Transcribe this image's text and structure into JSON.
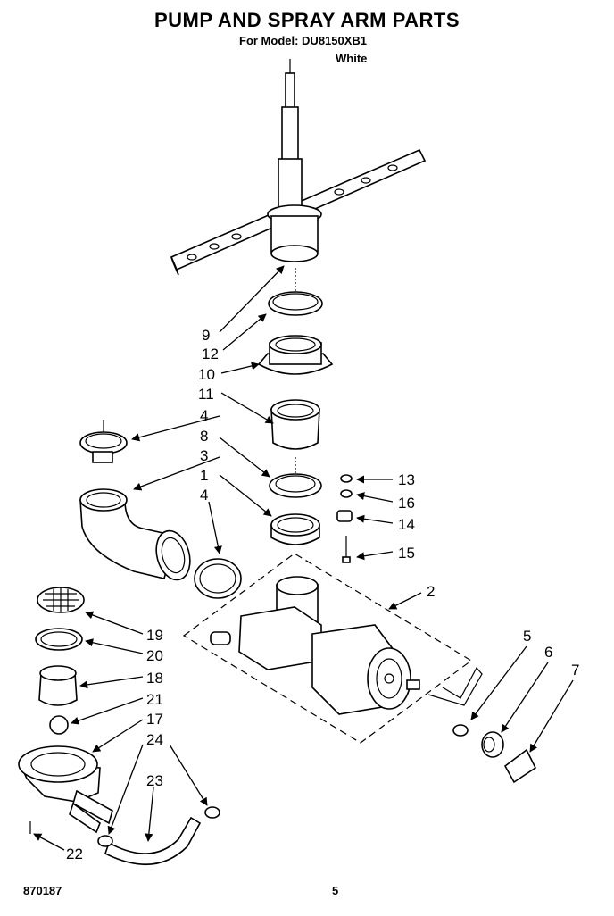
{
  "header": {
    "title": "PUMP AND SPRAY ARM PARTS",
    "model_line": "For Model: DU8150XB1",
    "color_line": "White"
  },
  "footer": {
    "doc_number": "870187",
    "page_number": "5"
  },
  "callouts": {
    "c1": "1",
    "c2": "2",
    "c3": "3",
    "c4a": "4",
    "c4b": "4",
    "c5": "5",
    "c6": "6",
    "c7": "7",
    "c8": "8",
    "c9": "9",
    "c10": "10",
    "c11": "11",
    "c12": "12",
    "c13": "13",
    "c14": "14",
    "c15": "15",
    "c16": "16",
    "c17": "17",
    "c18": "18",
    "c19": "19",
    "c20": "20",
    "c21": "21",
    "c22": "22",
    "c23": "23",
    "c24": "24"
  }
}
